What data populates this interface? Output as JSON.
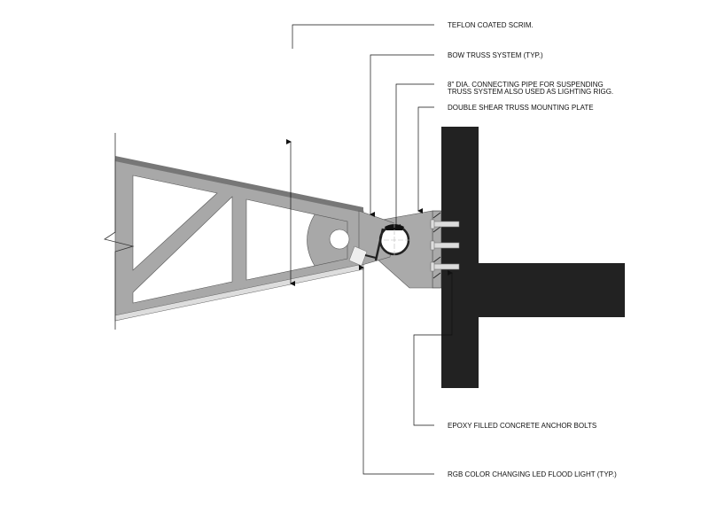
{
  "labels": {
    "scrim": "TEFLON COATED SCRIM.",
    "truss": "BOW TRUSS SYSTEM (TYP.)",
    "pipe_line1": "8\" DIA. CONNECTING PIPE FOR SUSPENDING",
    "pipe_line2": "TRUSS SYSTEM ALSO USED AS LIGHTING RIGG.",
    "plate": "DOUBLE SHEAR TRUSS MOUNTING PLATE",
    "bolts": "EPOXY FILLED CONCRETE ANCHOR BOLTS",
    "light": "RGB COLOR CHANGING LED FLOOD LIGHT (TYP.)"
  },
  "colors": {
    "concrete": "#222222",
    "steel": "#a8a8a8",
    "line": "#111111"
  }
}
